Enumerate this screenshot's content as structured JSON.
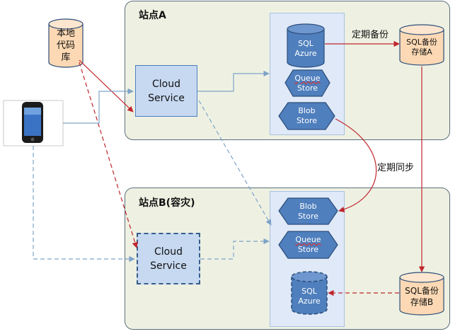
{
  "sites": {
    "a": {
      "title": "站点A"
    },
    "b": {
      "title": "站点B(容灾)"
    }
  },
  "nodes": {
    "local_repo": {
      "lines": [
        "本地",
        "代码",
        "库"
      ]
    },
    "phone": {
      "icon": "smartphone"
    },
    "cloud_a": {
      "lines": [
        "Cloud",
        "Service"
      ]
    },
    "cloud_b": {
      "lines": [
        "Cloud",
        "Service"
      ]
    },
    "sql_azure_a": {
      "lines": [
        "SQL",
        "Azure"
      ]
    },
    "queue_a": {
      "lines": [
        "Queue",
        "Store"
      ]
    },
    "blob_a": {
      "lines": [
        "Blob",
        "Store"
      ]
    },
    "sql_backup_a": {
      "lines": [
        "SQL备份",
        "存储A"
      ]
    },
    "blob_b": {
      "lines": [
        "Blob",
        "Store"
      ]
    },
    "queue_b": {
      "lines": [
        "Queue",
        "Store"
      ]
    },
    "sql_azure_b": {
      "lines": [
        "SQL",
        "Azure"
      ]
    },
    "sql_backup_b": {
      "lines": [
        "SQL备份",
        "存储B"
      ]
    }
  },
  "edge_labels": {
    "backup": "定期备份",
    "sync": "定期同步"
  },
  "colors": {
    "site_fill": "#eef1e2",
    "panel_fill": "#dfe9f8",
    "box_fill": "#c7d9f1",
    "hex_fill": "#4f7fbd",
    "cyl_blue": "#4f7fbd",
    "cyl_light": "#c7d9f1",
    "cyl_orange": "#fcd9b4",
    "arrow_red": "#c0262d",
    "arrow_blue": "#7ea3c9"
  }
}
